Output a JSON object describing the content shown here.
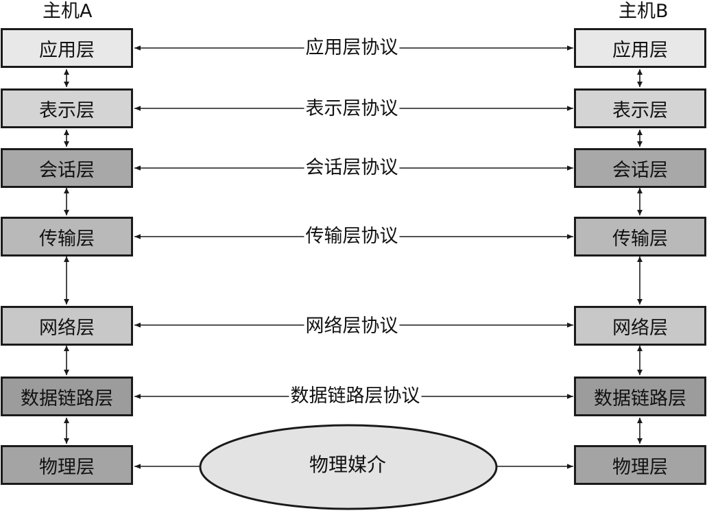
{
  "host_a": {
    "title": "主机A"
  },
  "host_b": {
    "title": "主机B"
  },
  "layers": [
    {
      "name": "应用层",
      "protocol": "应用层协议"
    },
    {
      "name": "表示层",
      "protocol": "表示层协议"
    },
    {
      "name": "会话层",
      "protocol": "会话层协议"
    },
    {
      "name": "传输层",
      "protocol": "传输层协议"
    },
    {
      "name": "网络层",
      "protocol": "网络层协议"
    },
    {
      "name": "数据链路层",
      "protocol": "数据链路层协议"
    },
    {
      "name": "物理层"
    }
  ],
  "physical_medium": {
    "label": "物理媒介"
  },
  "colors": {
    "line": "#1a1a1a",
    "medium_fill": "#e3e3e3"
  }
}
